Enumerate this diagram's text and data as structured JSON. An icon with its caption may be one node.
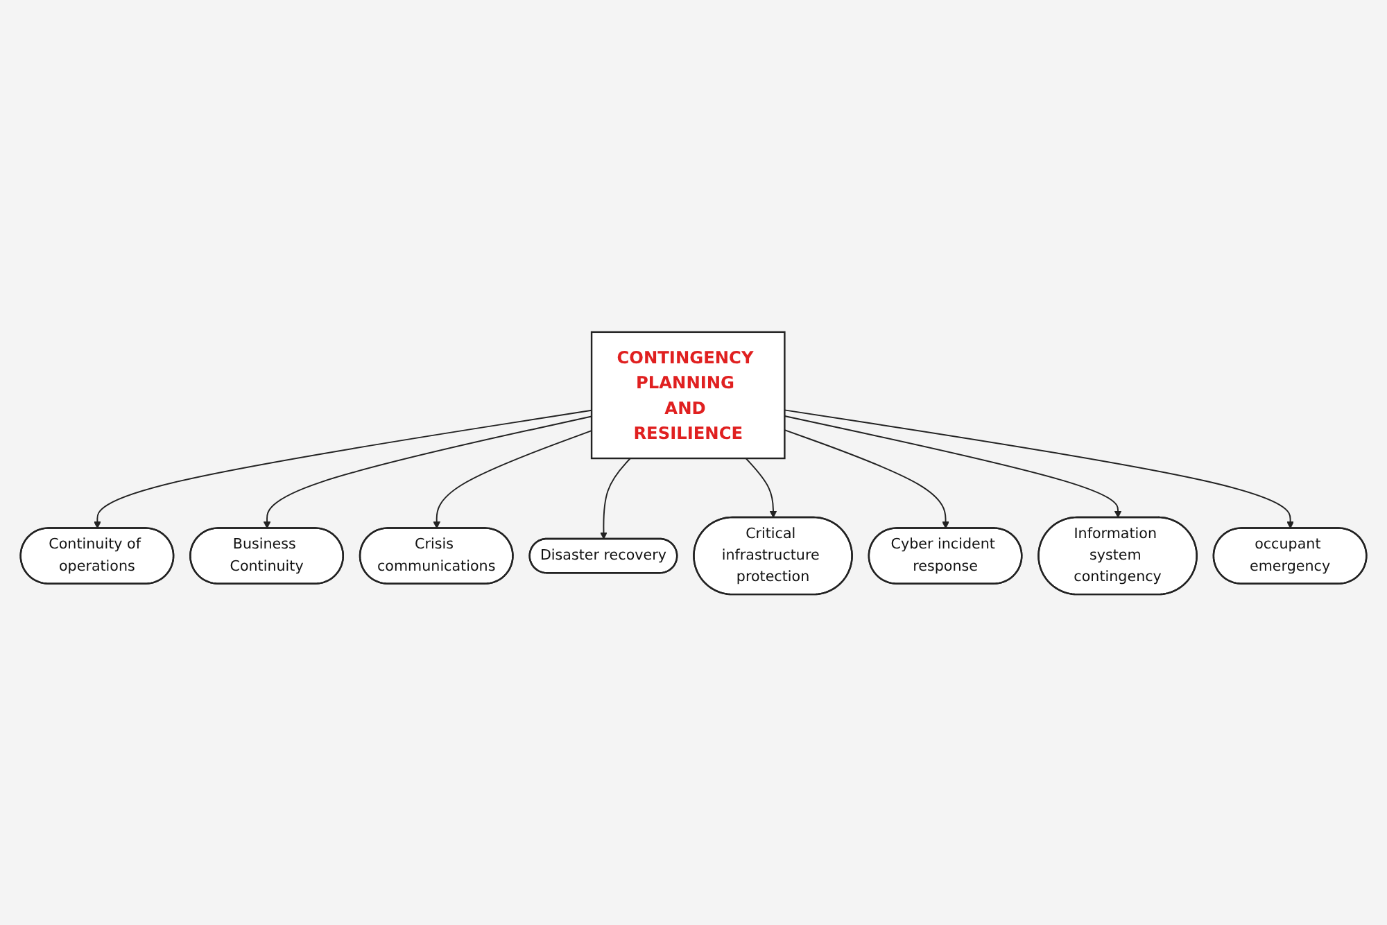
{
  "diagram": {
    "nodes": [
      {
        "text": [
          "CONTINGENCY PLANNING AND RESILIENCE"
        ]
      },
      {
        "text": [
          "Continuity of operations"
        ]
      },
      {
        "text": [
          "Business Continuity"
        ]
      },
      {
        "text": [
          "Crisis communications"
        ]
      },
      {
        "text": [
          "Disaster recovery"
        ]
      },
      {
        "text": [
          "Critical infrastructure protection"
        ]
      },
      {
        "text": [
          "Cyber incident response"
        ]
      },
      {
        "text": [
          "Information system contingency"
        ]
      },
      {
        "text": [
          "occupant emergency"
        ]
      }
    ],
    "edges": [
      {
        "from": 0,
        "to": 1,
        "arrow": "to"
      },
      {
        "from": 0,
        "to": 2,
        "arrow": "to"
      },
      {
        "from": 0,
        "to": 3,
        "arrow": "to"
      },
      {
        "from": 0,
        "to": 4,
        "arrow": "to"
      },
      {
        "from": 0,
        "to": 5,
        "arrow": "to"
      },
      {
        "from": 0,
        "to": 6,
        "arrow": "to"
      },
      {
        "from": 0,
        "to": 7,
        "arrow": "to"
      },
      {
        "from": 0,
        "to": 8,
        "arrow": "to"
      }
    ]
  }
}
